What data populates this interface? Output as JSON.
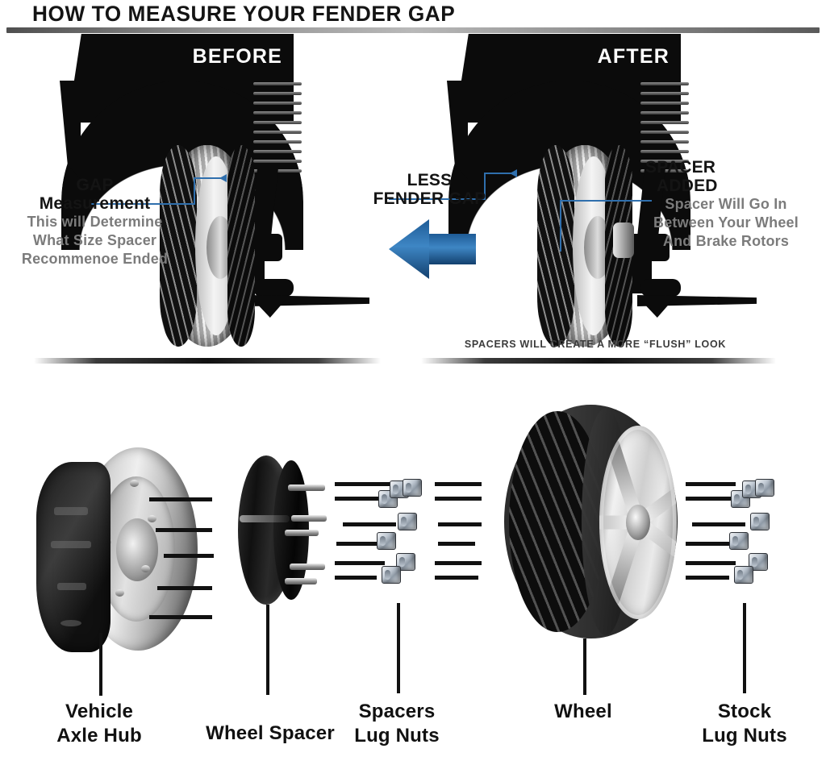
{
  "title": "HOW TO MEASURE YOUR FENDER GAP",
  "comparison": {
    "before": {
      "badge": "BEFORE",
      "annotation": {
        "heading_line1": "GAP",
        "heading_line2": "Measurement",
        "sub_line1": "This will Determine",
        "sub_line2": "What Size Spacer",
        "sub_line3": "Recommenoe Ended"
      }
    },
    "after": {
      "badge": "AFTER",
      "gap_annotation": {
        "heading_line1": "LESS",
        "heading_line2": "FENDER GAP"
      },
      "spacer_annotation": {
        "heading_line1": "SPACER",
        "heading_line2": "ADDED",
        "sub_line1": "Spacer Will Go In",
        "sub_line2": "Between Your Wheel",
        "sub_line3": "And Brake Rotors"
      },
      "caption": "SPACERS WILL CREATE A MORE “FLUSH” LOOK"
    }
  },
  "exploded_diagram": {
    "parts": [
      {
        "label_line1": "Vehicle",
        "label_line2": "Axle Hub"
      },
      {
        "label_line1": "Wheel Spacer",
        "label_line2": ""
      },
      {
        "label_line1": "Spacers",
        "label_line2": "Lug Nuts"
      },
      {
        "label_line1": "Wheel",
        "label_line2": ""
      },
      {
        "label_line1": "Stock",
        "label_line2": "Lug Nuts"
      }
    ]
  },
  "colors": {
    "accent_blue": "#2f6fad",
    "arrow_blue": "#1e5b96",
    "ink": "#111111",
    "muted_gray": "#7b7b7b",
    "background": "#ffffff"
  }
}
